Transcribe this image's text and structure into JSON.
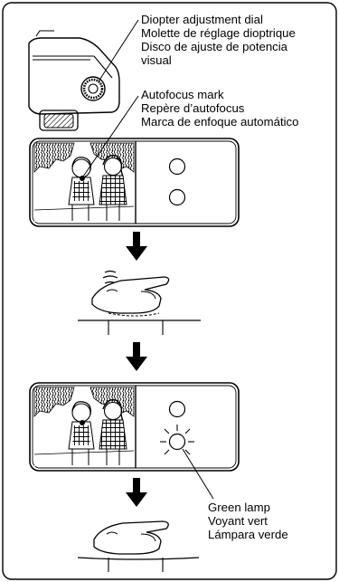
{
  "labels": {
    "diopter": {
      "en": "Diopter adjustment dial",
      "fr": "Molette de réglage dioptrique",
      "es_1": "Disco de ajuste de potencia",
      "es_2": "visual"
    },
    "autofocus": {
      "en": "Autofocus mark",
      "fr": "Repère d’autofocus",
      "es": "Marca de enfoque automático"
    },
    "lamp": {
      "en": "Green lamp",
      "fr": "Voyant vert",
      "es": "Lámpara verde"
    }
  },
  "icons": {
    "step_arrow": "down-arrow",
    "lamp_on": "lit-lamp"
  }
}
